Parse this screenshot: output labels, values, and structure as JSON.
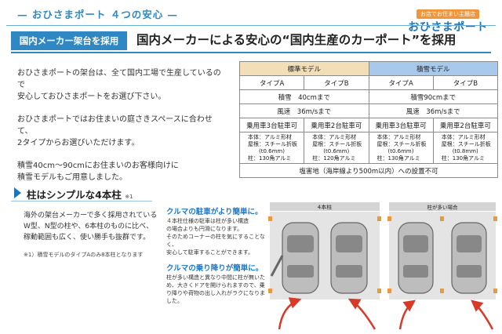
{
  "header": {
    "title": "— おひさまポート ４つの安心 —",
    "logo_small": "お店でお住まい主題店",
    "logo_main": "おひさまポート"
  },
  "section1": {
    "tag": "国内メーカー架台を採用",
    "headline": "国内メーカーによる安心の“国内生産のカーポート”を採用",
    "paragraphs": [
      [
        "おひさまポートの架台は、全て国内工場で生産しているので",
        "安心しておひさまポートをお選び下さい。"
      ],
      [
        "おひさまポートではお住まいの庭さきスペースに合わせて、",
        "2タイプからお選びいただけます。"
      ],
      [
        "積雪40cm～90cmにお住まいのお客様向けに",
        "積雪モデルもご用意しました。"
      ]
    ]
  },
  "spec_table": {
    "models": [
      "標準モデル",
      "積雪モデル"
    ],
    "types": [
      "タイプA",
      "タイプB",
      "タイプA",
      "タイプB"
    ],
    "snow": [
      "積雪　40cmまで",
      "積雪90cmまで"
    ],
    "wind": [
      "風速　36m/sまで",
      "風速　36m/sまで"
    ],
    "capacity": [
      "乗用車3台駐車可",
      "乗用車2台駐車可",
      "乗用車3台駐車可",
      "乗用車2台駐車可"
    ],
    "materials": [
      [
        "本体：アルミ形材",
        "屋根：スチール折板",
        "(t0.6mm)",
        "柱：130角アルミ"
      ],
      [
        "本体：アルミ形材",
        "屋根：スチール折板",
        "(t0.6mm)",
        "柱：120角アルミ"
      ],
      [
        "本体：アルミ形材",
        "屋根：スチール折板",
        "(t0.6mm)",
        "柱：130角アルミ"
      ],
      [
        "本体：アルミ形材",
        "屋根：スチール折板",
        "(t0.8mm)",
        "柱：130角アルミ"
      ]
    ],
    "footer": "塩害地（海岸線より500m以内）への設置不可"
  },
  "section2": {
    "title": "柱はシンプルな4本柱",
    "title_note": "※1",
    "body": [
      "海外の架台メーカーで多く採用されている",
      "W型、N型の柱や、6本柱のものに比べ、",
      "稼動範囲も広く、使い勝手も抜群です。"
    ],
    "footnote": "※1）積雪モデルのタイプAのみ8本柱となります",
    "feature1_title": "クルマの駐車がより簡単に。",
    "feature1_body": [
      "４本柱仕様の駐車は柱が多い構造",
      "の場合よりも円滑になります。",
      "そのためコーナーの柱を気にすることなく、",
      "安心して駐車することができます。"
    ],
    "feature2_title": "クルマの乗り降りが簡単に。",
    "feature2_body": [
      "柱が多い構造と異なり中間に柱が無いた",
      "め、大きくドアを開けられますので、乗",
      "り降りや荷物の出し入れがラクになりま",
      "した。"
    ],
    "diagram_labels": [
      "4本柱",
      "柱が多い場合"
    ]
  },
  "colors": {
    "accent": "#2f88c4",
    "highlight": "#1f78c8",
    "standard_header": "#f2dfb8",
    "snow_header": "#a8c8ec",
    "arrow_red": "#d83a2a",
    "post_orange": "#e89a3c"
  }
}
